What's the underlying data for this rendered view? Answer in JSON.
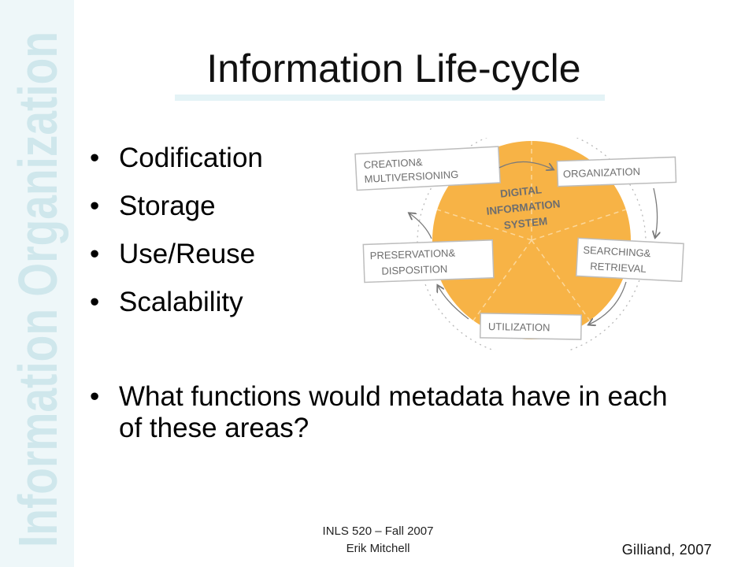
{
  "sidebar": {
    "text": "Information Organization",
    "color": "#cfe7ec"
  },
  "slide": {
    "title": "Information Life-cycle",
    "bullets": [
      "Codification",
      "Storage",
      "Use/Reuse",
      "Scalability"
    ],
    "question": "What functions would metadata have in each of these areas?",
    "bullet_glyph": "•"
  },
  "diagram": {
    "center": [
      "DIGITAL",
      "INFORMATION",
      "SYSTEM"
    ],
    "stages": {
      "creation": [
        "CREATION&",
        "MULTIVERSIONING"
      ],
      "organization": [
        "ORGANIZATION"
      ],
      "searching": [
        "SEARCHING&",
        "RETRIEVAL"
      ],
      "utilization": [
        "UTILIZATION"
      ],
      "preservation": [
        "PRESERVATION&",
        "DISPOSITION"
      ]
    },
    "fill_color": "#f7b346",
    "label_color": "#6e6e6e"
  },
  "footer": {
    "course": "INLS 520 – Fall 2007",
    "author": "Erik Mitchell"
  },
  "credit": "Gilliand, 2007"
}
